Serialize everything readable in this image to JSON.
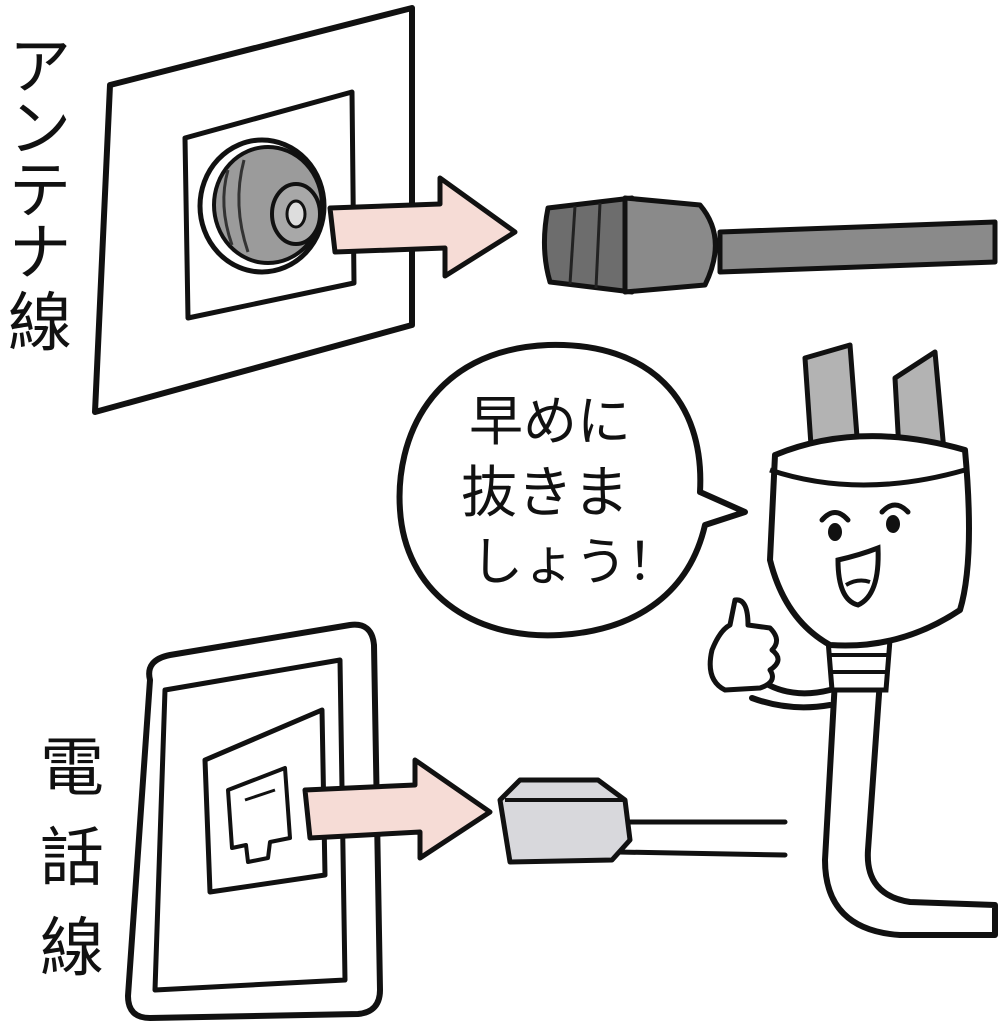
{
  "labels": {
    "antenna_line": [
      "ア",
      "ン",
      "テ",
      "ナ",
      "線"
    ],
    "phone_line": [
      "電",
      "話",
      "線"
    ]
  },
  "speech_bubble": {
    "lines": [
      "早めに",
      "抜きま",
      "しょう！"
    ]
  },
  "colors": {
    "ink": "#111111",
    "arrow_fill": "#f6dcd6",
    "coax_gray": "#8a8a8a",
    "cord_gray": "#9a9a9a",
    "connector_light": "#d8d8dc",
    "background": "#ffffff"
  },
  "icons": [
    "antenna-wall-outlet-icon",
    "coax-connector-icon",
    "power-plug-character-icon",
    "phone-wall-jack-icon",
    "modular-connector-icon",
    "arrow-right-icon"
  ]
}
